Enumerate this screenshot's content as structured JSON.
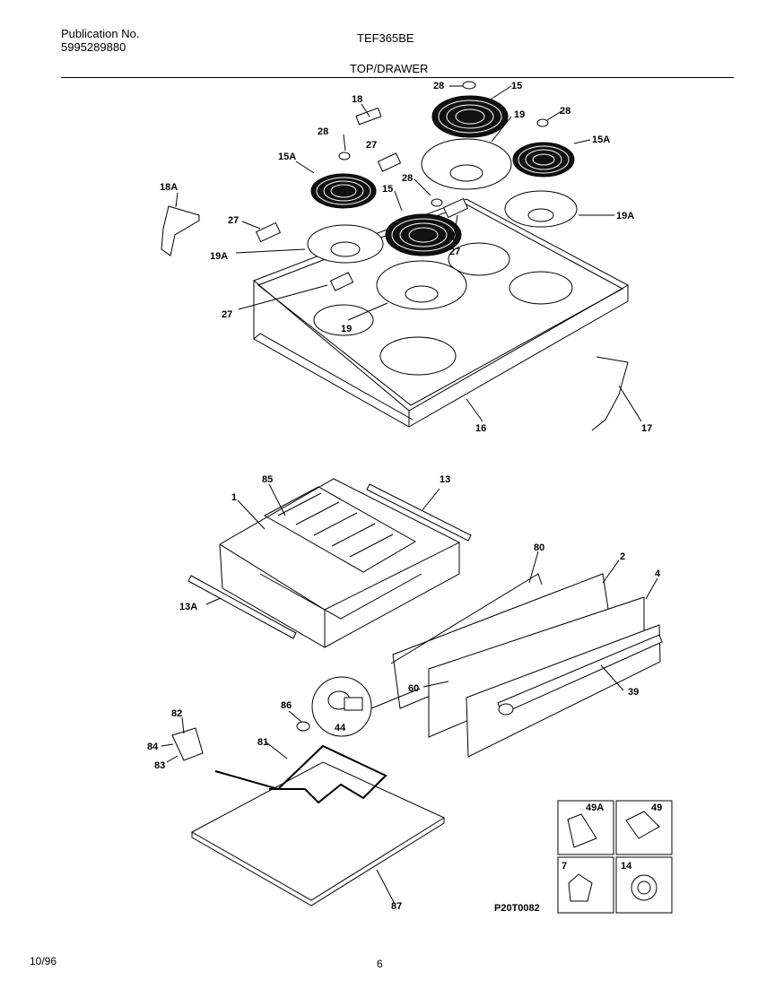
{
  "header": {
    "publication_label": "Publication No.",
    "publication_number": "5995289880",
    "model": "TEF365BE",
    "section_title": "TOP/DRAWER"
  },
  "footer": {
    "date": "10/96",
    "page": "6"
  },
  "callouts": {
    "c18": "18",
    "c28a": "28",
    "c15a": "15",
    "c19a": "19",
    "c28b": "28",
    "c15A_right": "15A",
    "c28c": "28",
    "c27a": "27",
    "c15A_left": "15A",
    "c18A": "18A",
    "c28d": "28",
    "c15b": "15",
    "c27b": "27",
    "c19A_right": "19A",
    "c27c": "27",
    "c19A_left": "19A",
    "c27d": "27",
    "c19b": "19",
    "c16": "16",
    "c17": "17",
    "c85": "85",
    "c13": "13",
    "c1": "1",
    "c80": "80",
    "c2": "2",
    "c4": "4",
    "c13A": "13A",
    "c60": "60",
    "c39": "39",
    "c86": "86",
    "c44": "44",
    "c82": "82",
    "c84": "84",
    "c83": "83",
    "c81": "81",
    "c87": "87",
    "c49A": "49A",
    "c49": "49",
    "c7": "7",
    "c14": "14"
  },
  "figure_code": "P20T0082"
}
